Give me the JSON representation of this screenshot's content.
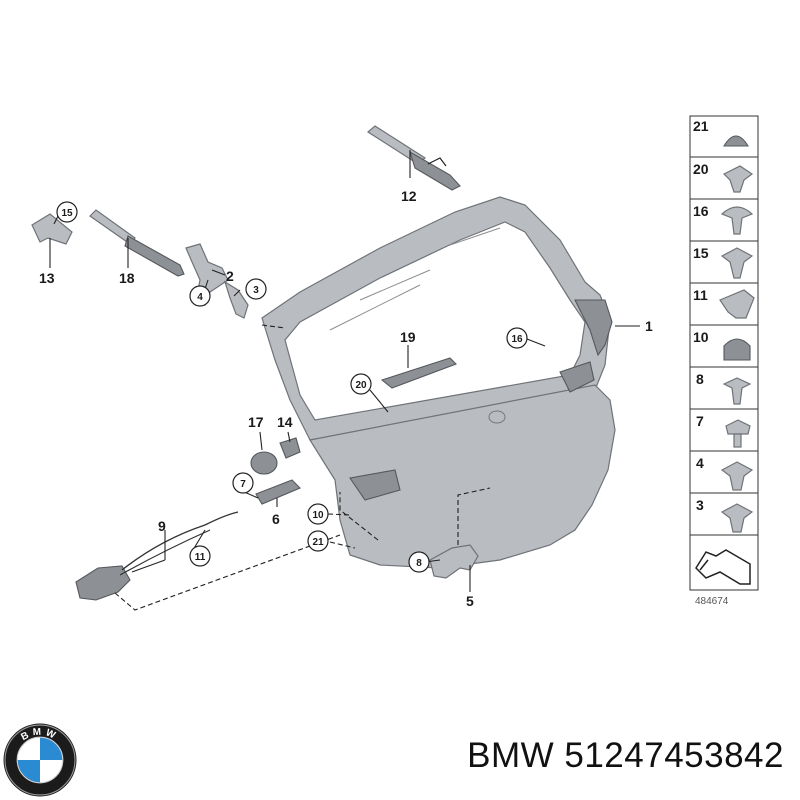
{
  "callouts": {
    "c1": "1",
    "c2": "2",
    "c3": "3",
    "c4": "4",
    "c5": "5",
    "c6": "6",
    "c7": "7",
    "c8": "8",
    "c9": "9",
    "c10": "10",
    "c11": "11",
    "c12": "12",
    "c13": "13",
    "c14": "14",
    "c15": "15",
    "c16": "16",
    "c17": "17",
    "c18": "18",
    "c19": "19",
    "c20": "20",
    "c21": "21"
  },
  "legend": {
    "items": [
      "21",
      "20",
      "16",
      "15",
      "11",
      "10",
      "8",
      "7",
      "4",
      "3"
    ],
    "diagram_id": "484674"
  },
  "logo": {
    "text": "BMW"
  },
  "caption": "BMW 51247453842",
  "colors": {
    "part": "#b9bcc0",
    "outline": "#6f7378",
    "logo_blue": "#2a8ad2"
  }
}
